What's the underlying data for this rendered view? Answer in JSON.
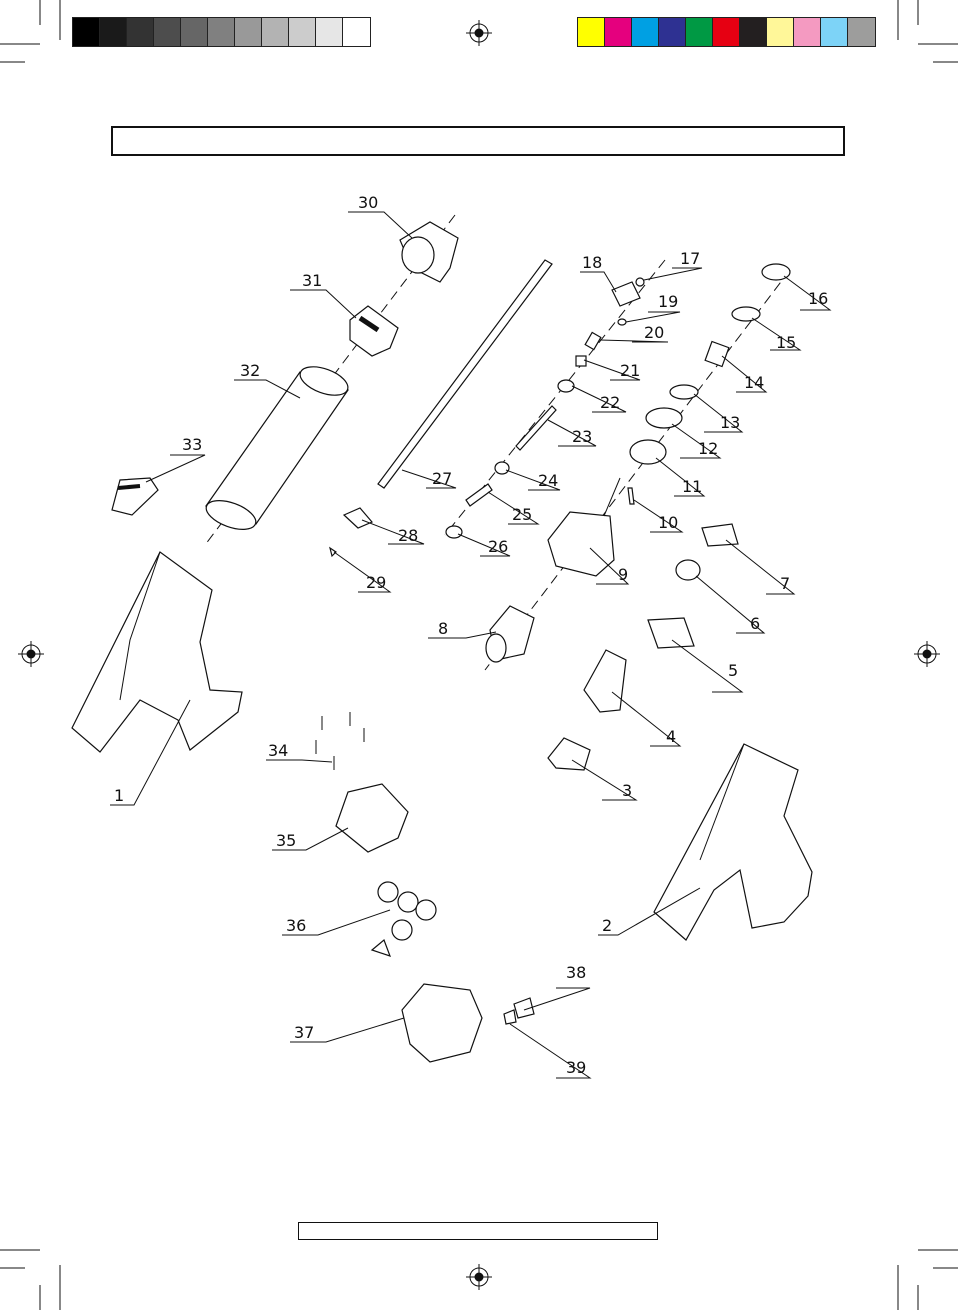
{
  "colors": {
    "grayscale": [
      "#000000",
      "#1a1a1a",
      "#333333",
      "#4d4d4d",
      "#666666",
      "#808080",
      "#999999",
      "#b3b3b3",
      "#cccccc",
      "#e6e6e6",
      "#ffffff"
    ],
    "process": [
      "#ffff00",
      "#e5007e",
      "#00a0e3",
      "#2e3192",
      "#009944",
      "#e60012",
      "#231f20",
      "#fff799",
      "#f49ac1",
      "#7dd3f7",
      "#9d9d9c"
    ]
  },
  "labels": [
    "1",
    "2",
    "3",
    "4",
    "5",
    "6",
    "7",
    "8",
    "9",
    "10",
    "11",
    "12",
    "13",
    "14",
    "15",
    "16",
    "17",
    "18",
    "19",
    "20",
    "21",
    "22",
    "23",
    "24",
    "25",
    "26",
    "27",
    "28",
    "29",
    "30",
    "31",
    "32",
    "33",
    "34",
    "35",
    "36",
    "37",
    "38",
    "39"
  ]
}
